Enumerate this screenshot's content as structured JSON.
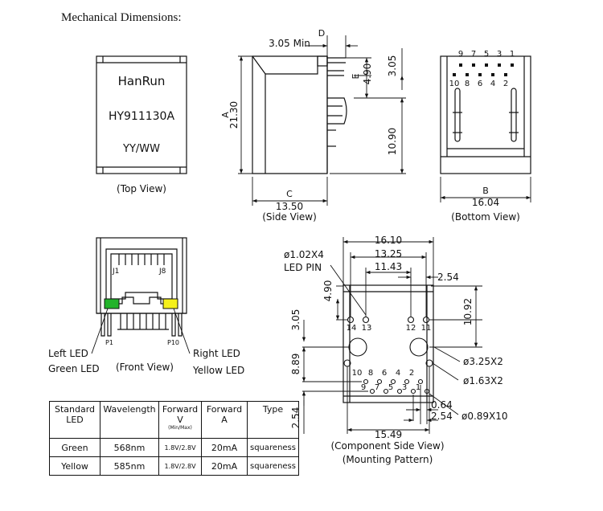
{
  "title": "Mechanical Dimensions:",
  "top_view": {
    "brand": "HanRun",
    "part_number": "HY911130A",
    "date_code": "YY/WW",
    "caption": "(Top View)"
  },
  "side_view": {
    "dim_d_label": "D",
    "dim_d_value": "3.05 Min",
    "dim_a_label": "A",
    "dim_a_value": "21.30",
    "dim_e_label": "E",
    "dim_e_value": "4.90",
    "dim_305": "3.05",
    "dim_1090": "10.90",
    "dim_c_label": "C",
    "dim_c_value": "13.50",
    "caption": "(Side View)"
  },
  "bottom_view": {
    "pins_top": [
      "9",
      "7",
      "5",
      "3",
      "1"
    ],
    "pins_bottom": [
      "10",
      "8",
      "6",
      "4",
      "2"
    ],
    "dim_b_label": "B",
    "dim_b_value": "16.04",
    "caption": "(Bottom View)"
  },
  "front_view": {
    "j1": "J1",
    "j8": "J8",
    "p1": "P1",
    "p10": "P10",
    "left_led_line1": "Left LED",
    "left_led_line2": "Green LED",
    "right_led_line1": "Right LED",
    "right_led_line2": "Yellow LED",
    "caption": "(Front View)",
    "left_led_color": "#22b32a",
    "right_led_color": "#f5f01a"
  },
  "component_view": {
    "dim_1610": "16.10",
    "dim_1325": "13.25",
    "dim_1143": "11.43",
    "led_pin_line1": "ø1.02X4",
    "led_pin_line2": "LED PIN",
    "dim_254_right": "2.54",
    "dim_490": "4.90",
    "dim_1092": "10.92",
    "dim_305": "3.05",
    "led_pins": [
      "14",
      "13",
      "12",
      "11"
    ],
    "dim_889": "8.89",
    "hole_325": "ø3.25X2",
    "hole_163": "ø1.63X2",
    "pins_row1": [
      "10",
      "8",
      "6",
      "4",
      "2"
    ],
    "pins_row2": [
      "9",
      "7",
      "5",
      "3",
      "1"
    ],
    "dim_064": "0.64",
    "dim_254_mid": "2.54",
    "dim_254_left": "2.54",
    "hole_089": "ø0.89X10",
    "dim_1549": "15.49",
    "caption_line1": "(Component Side View)",
    "caption_line2": "(Mounting Pattern)"
  },
  "led_table": {
    "headers": [
      {
        "line1": "Standard",
        "line2": "LED",
        "sub": ""
      },
      {
        "line1": "Wavelength",
        "line2": "",
        "sub": ""
      },
      {
        "line1": "Forward",
        "line2": "V",
        "sub": "(Min/Max)"
      },
      {
        "line1": "Forward",
        "line2": "A",
        "sub": ""
      },
      {
        "line1": "Type",
        "line2": "",
        "sub": ""
      }
    ],
    "rows": [
      {
        "led": "Green",
        "wavelength": "568nm",
        "voltage": "1.8V/2.8V",
        "current": "20mA",
        "type": "squareness"
      },
      {
        "led": "Yellow",
        "wavelength": "585nm",
        "voltage": "1.8V/2.8V",
        "current": "20mA",
        "type": "squareness"
      }
    ]
  }
}
